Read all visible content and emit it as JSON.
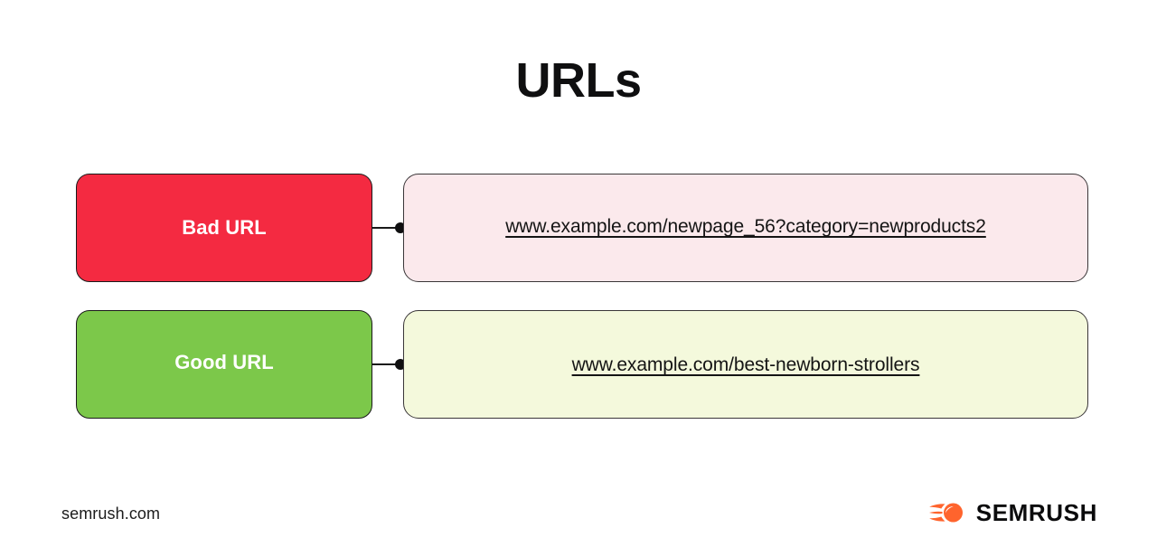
{
  "slide": {
    "title": "URLs",
    "background_color": "#ffffff"
  },
  "rows": [
    {
      "id": "bad-url",
      "label": "Bad URL",
      "label_color": "#f42a41",
      "panel_color": "#fbe9ec",
      "url": "www.example.com/newpage_56?category=newproducts2"
    },
    {
      "id": "good-url",
      "label": "Good URL",
      "label_color": "#7cc84a",
      "panel_color": "#f4f9dc",
      "url": "www.example.com/best-newborn-strollers"
    }
  ],
  "footer": {
    "site": "semrush.com",
    "brand_name": "SEMRUSH",
    "brand_mark_icon": "semrush-comet-icon",
    "brand_color": "#ff642d"
  }
}
